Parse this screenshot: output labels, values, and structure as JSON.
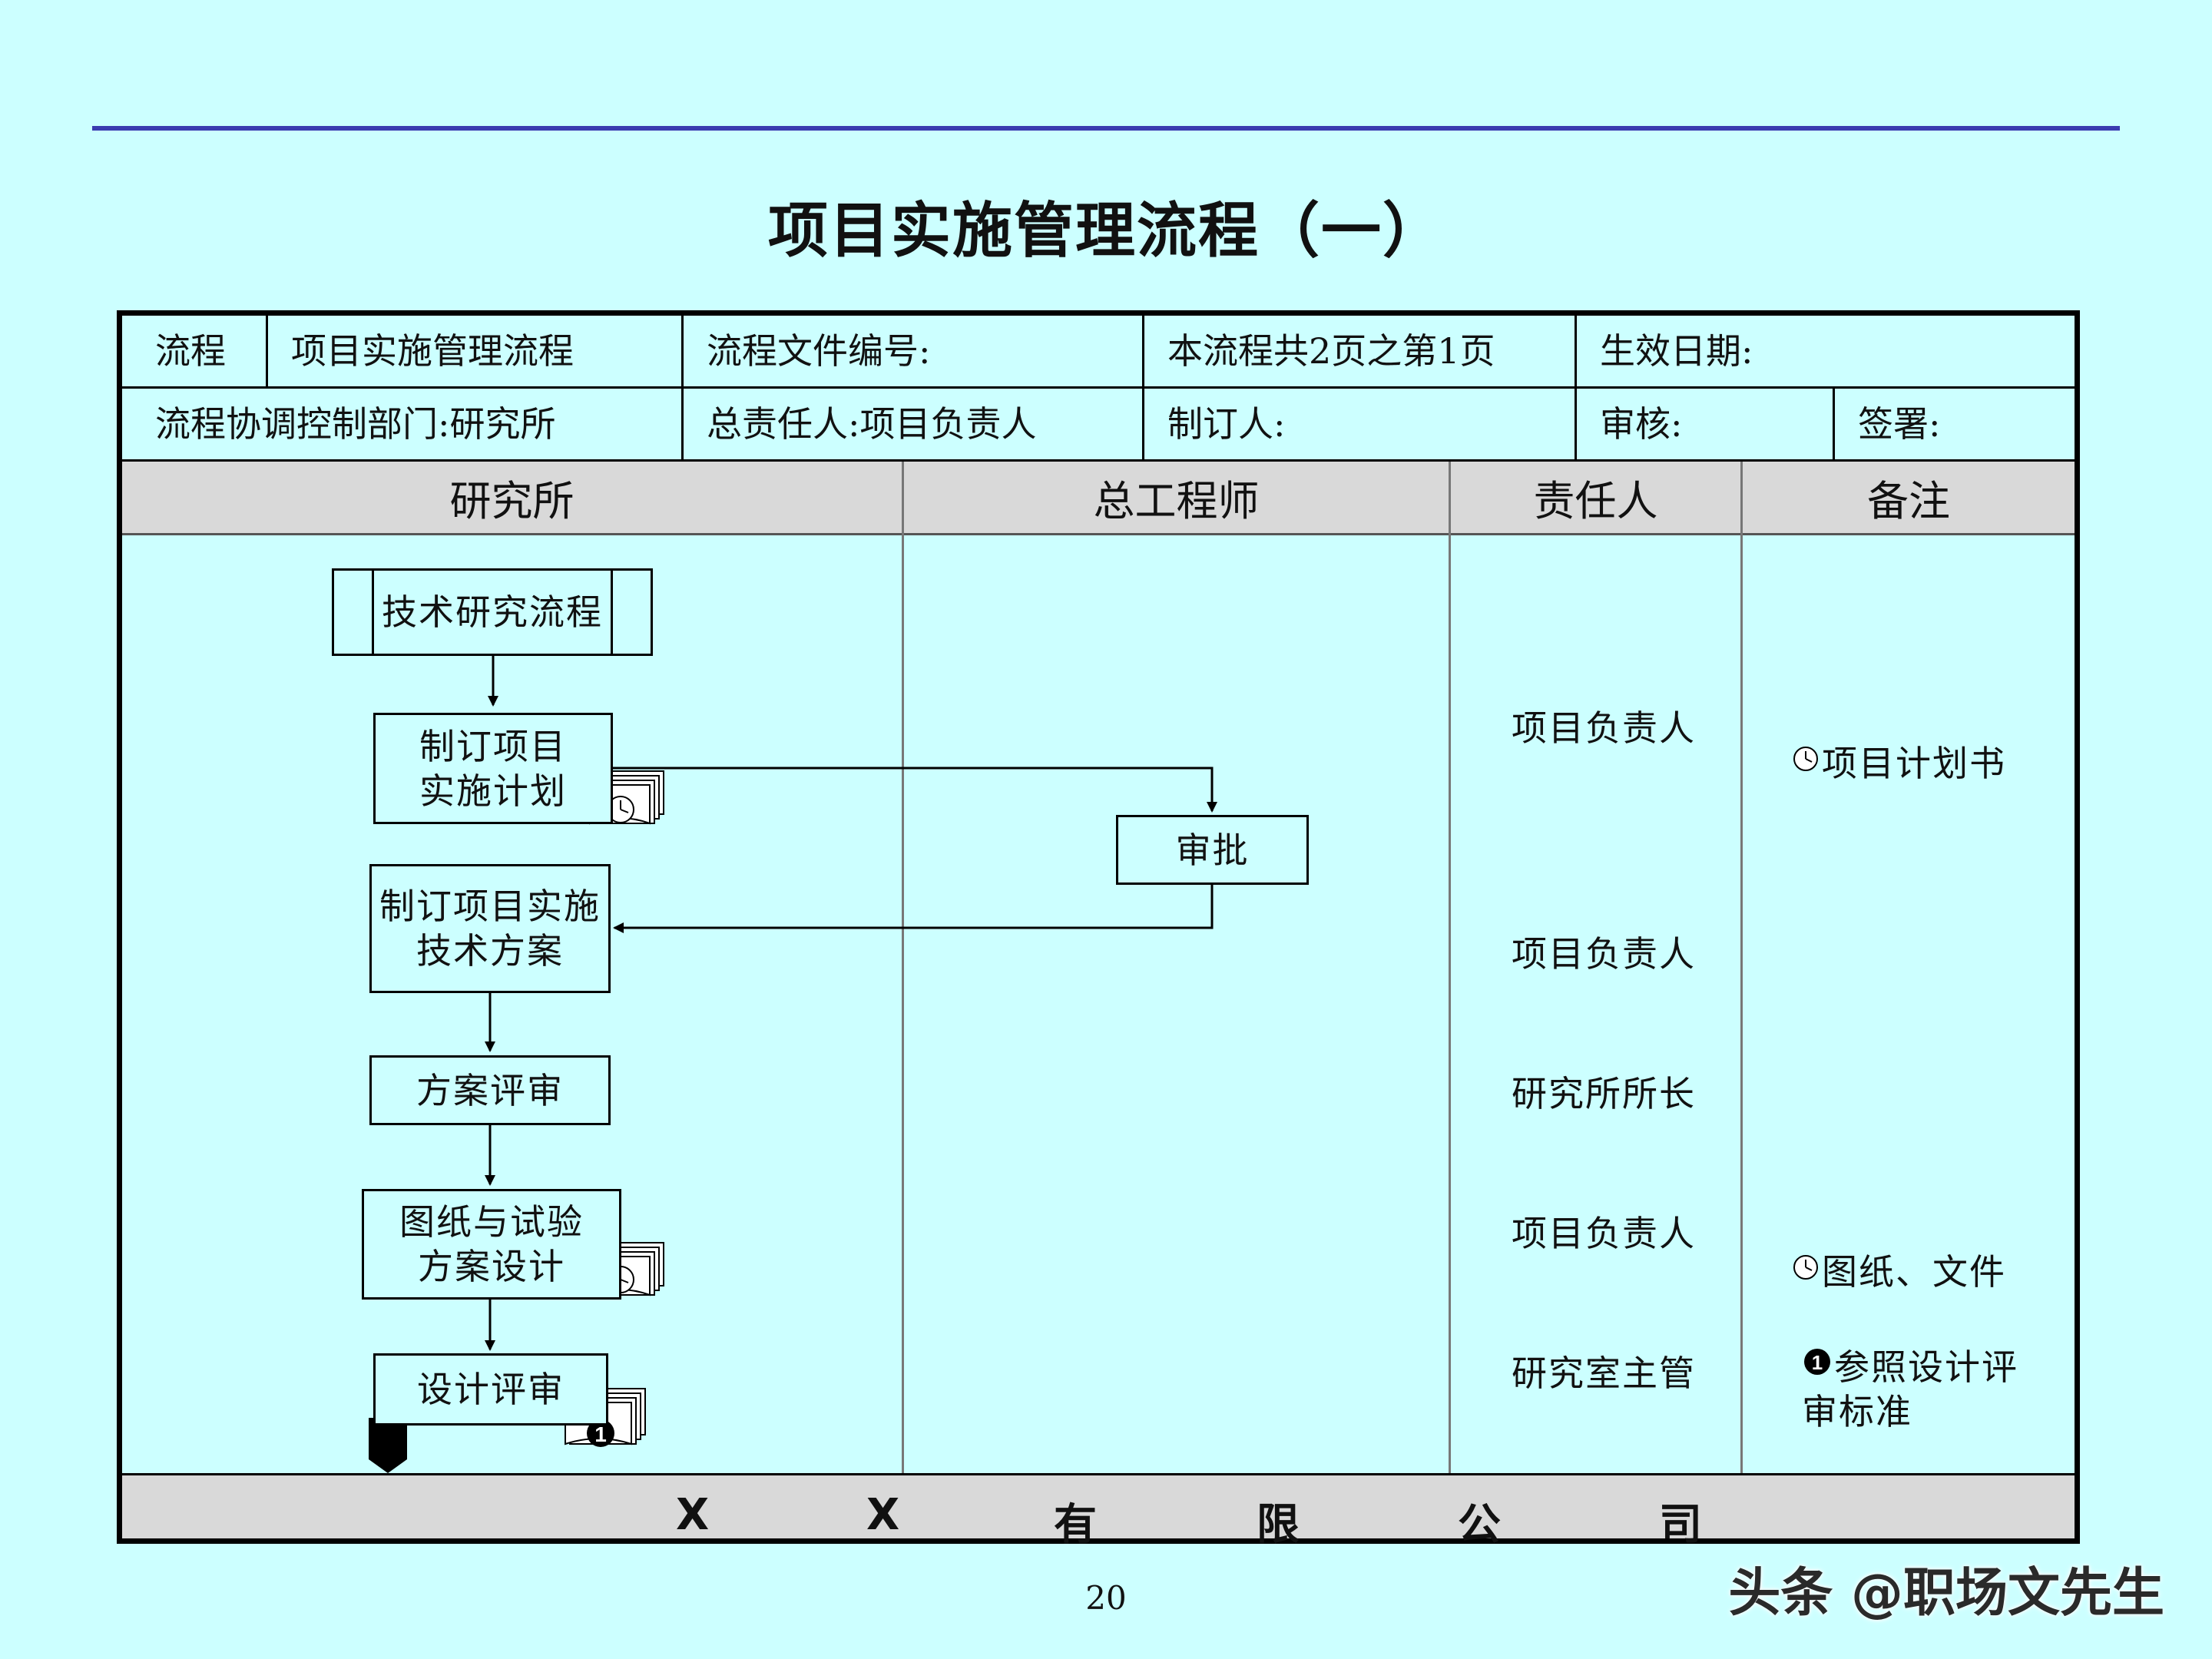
{
  "title": "项目实施管理流程（一）",
  "header": {
    "row1": {
      "label": "流程",
      "name": "项目实施管理流程",
      "file_no": "流程文件编号:",
      "pages": "本流程共2页之第1页",
      "effective_date": "生效日期:"
    },
    "row2": {
      "dept": "流程协调控制部门:研究所",
      "owner": "总责任人:项目负责人",
      "author": "制订人:",
      "review": "审核:",
      "sign": "签署:"
    }
  },
  "columns": [
    "研究所",
    "总工程师",
    "责任人",
    "备注"
  ],
  "flow": {
    "start": "技术研究流程",
    "steps": [
      {
        "id": "plan",
        "lines": [
          "制订项目",
          "实施计划"
        ]
      },
      {
        "id": "approve",
        "lines": [
          "审批"
        ]
      },
      {
        "id": "tech",
        "lines": [
          "制订项目实施",
          "技术方案"
        ]
      },
      {
        "id": "review",
        "lines": [
          "方案评审"
        ]
      },
      {
        "id": "design",
        "lines": [
          "图纸与试验",
          "方案设计"
        ]
      },
      {
        "id": "design_review",
        "lines": [
          "设计评审"
        ]
      }
    ]
  },
  "responsible": [
    "项目负责人",
    "项目负责人",
    "研究所所长",
    "项目负责人",
    "研究室主管"
  ],
  "notes": {
    "n1": "项目计划书",
    "n2": "图纸、文件",
    "n3_line1": "参照设计评",
    "n3_line2": "审标准"
  },
  "footer": [
    "X",
    "X",
    "有",
    "限",
    "公",
    "司"
  ],
  "page_number": "20",
  "watermark": "头条 @职场文先生"
}
